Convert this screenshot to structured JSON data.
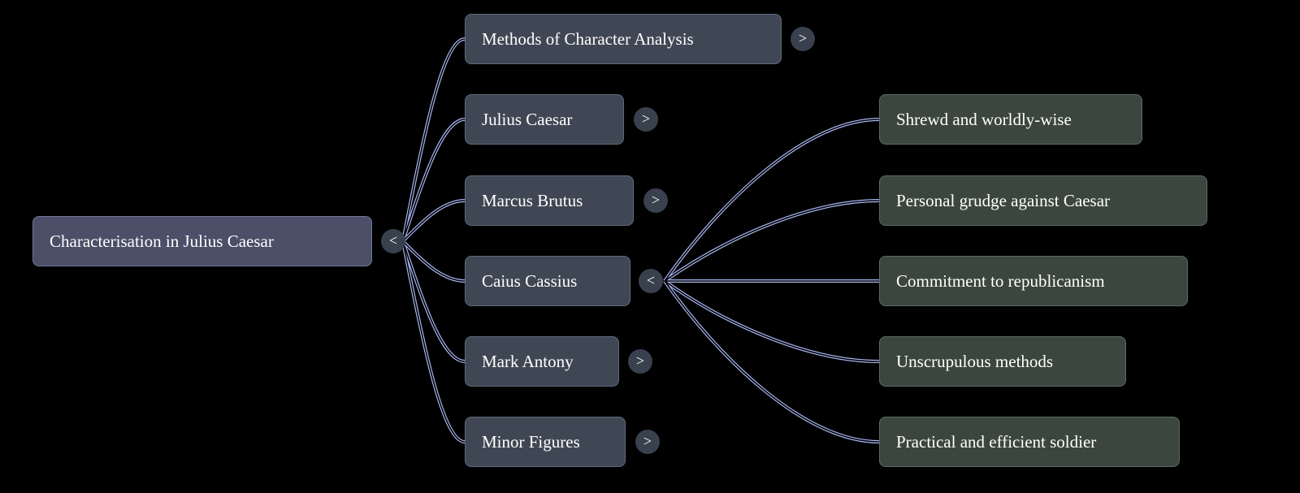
{
  "colors": {
    "background": "#000000",
    "link": "#a9b7f2",
    "root_fill": "#4b4f67",
    "branch_fill": "#404754",
    "leaf_fill": "#3b463f",
    "toggle_fill": "#39404e",
    "text": "#ffffff"
  },
  "root": {
    "label": "Characterisation in Julius Caesar",
    "toggle": "<"
  },
  "branches": [
    {
      "label": "Methods of Character Analysis",
      "toggle": ">"
    },
    {
      "label": "Julius Caesar",
      "toggle": ">"
    },
    {
      "label": "Marcus Brutus",
      "toggle": ">"
    },
    {
      "label": "Caius Cassius",
      "toggle": "<"
    },
    {
      "label": "Mark Antony",
      "toggle": ">"
    },
    {
      "label": "Minor Figures",
      "toggle": ">"
    }
  ],
  "leaves": [
    {
      "label": "Shrewd and worldly-wise"
    },
    {
      "label": "Personal grudge against Caesar"
    },
    {
      "label": "Commitment to republicanism"
    },
    {
      "label": "Unscrupulous methods"
    },
    {
      "label": "Practical and efficient soldier"
    }
  ]
}
